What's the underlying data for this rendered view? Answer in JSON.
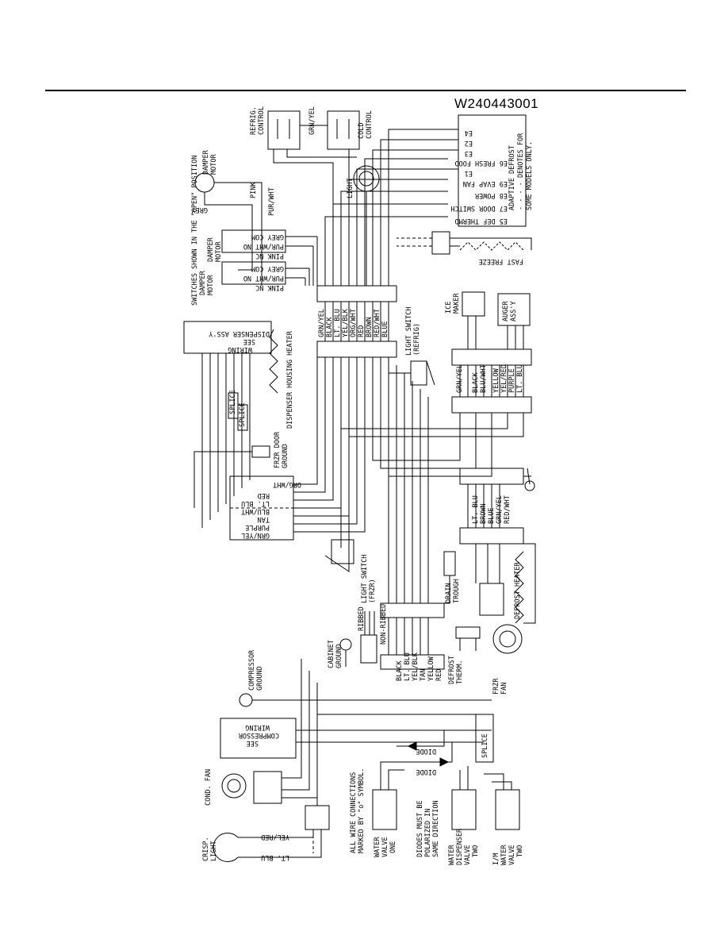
{
  "header": {
    "document_number": "W240443001"
  },
  "labels": {
    "refrig_control": [
      "REFRIG.",
      "CONTROL"
    ],
    "cold_control": [
      "COLD",
      "CONTROL"
    ],
    "grn_yel_top": "GRN/YEL",
    "damper_motor_top": [
      "DAMPER",
      "MOTOR"
    ],
    "grey": "GREY",
    "pink": "PINK",
    "pur_wht": "PUR/WHT",
    "light": "LIGHT",
    "switches_note": "SWITCHES SHOWN IN THE \"OPEN\" POSITION",
    "damper_motor_a": [
      "DAMPER",
      "MOTOR"
    ],
    "damper_motor_b": [
      "DAMPER",
      "MOTOR"
    ],
    "switch_a": [
      "GREY COM",
      "PUR/WHT NO",
      "PINK NC"
    ],
    "switch_b": [
      "GREY COM",
      "PUR/WHT NO",
      "PINK NC"
    ],
    "adaptive_defrost": [
      "ADAPTIVE DEFROST",
      "- - - - DENOTES FOR",
      "SOME MODELS ONLY."
    ],
    "defrost_terminals": [
      "E4",
      "E2",
      "E3",
      "E6  FRESH FOOD",
      "E1",
      "E9  EVAP FAN",
      "E8  POWER",
      "E7  DOOR SWITCH",
      "E5  DEF THERMO"
    ],
    "fast_freeze": "FAST FREEZE",
    "main_conn_wires": [
      "GRN/YEL",
      "BLACK",
      "LT. BLU",
      "YEL/BLK",
      "ORG/WHT",
      "RED",
      "BROWN",
      "RED/WHT",
      "BLUE"
    ],
    "light_switch_refrig": [
      "LIGHT SWITCH",
      "(REFRIG)"
    ],
    "dispenser_heater": "DISPENSER HOUSING HEATER",
    "see_dispenser": [
      "SEE",
      "DISPENSER ASS'Y",
      "WIRING"
    ],
    "splice": "SPLICE",
    "frzr_door_ground": [
      "FRZR DOOR",
      "GROUND"
    ],
    "door_conn_wires": [
      "ORG/WHT",
      "RED",
      "LT. BLU",
      "BLU/WHT",
      "TAN",
      "PURPLE",
      "GRN/YEL"
    ],
    "ice_maker": [
      "ICE",
      "MAKER"
    ],
    "auger_assy": [
      "AUGER",
      "ASS'Y"
    ],
    "ice_conn_wires": [
      "GRN/YEL",
      "BLACK",
      "BLU/WHT",
      "YELLOW",
      "YEL/RED",
      "PURPLE",
      "LT. BLU"
    ],
    "evap_conn_wires": [
      "LT. BLU",
      "BROWN",
      "BLUE",
      "GRN/YEL",
      "RED/WHT"
    ],
    "light_switch_frzr": [
      "LIGHT SWITCH",
      "(FRZR)"
    ],
    "drain_trough": [
      "DRAIN",
      "TROUGH"
    ],
    "defrost_heater": "DEFROST HEATER",
    "cabinet_ground": [
      "CABINET",
      "GROUND"
    ],
    "ribbed": "RIBBED",
    "non_ribbed": "NON-RIBBED",
    "compressor_conn_wires": [
      "BLACK",
      "LT. BLU",
      "YEL/BLK",
      "TAN",
      "YELLOW",
      "RED"
    ],
    "defrost_therm": [
      "DEFROST",
      "THERM."
    ],
    "frzr_fan": [
      "FRZR",
      "FAN"
    ],
    "compressor_ground": [
      "COMPRESSOR",
      "GROUND"
    ],
    "see_compressor": [
      "SEE",
      "COMPRESSOR",
      "WIRING"
    ],
    "cond_fan": "COND. FAN",
    "crisp_light": [
      "CRISP.",
      "LIGHT"
    ],
    "yel_red": "YEL/RED",
    "lt_blu": "LT. BLU",
    "diode_a": "DIODE",
    "diode_b": "DIODE",
    "note_connections": [
      "ALL WIRE CONNECTIONS",
      "MARKED BY \"o\" SYMBOL."
    ],
    "note_diodes": [
      "DIODES MUST BE",
      "POLARIZED IN",
      "SAME DIRECTION"
    ],
    "water_valve_one": [
      "WATER",
      "VALVE",
      "ONE"
    ],
    "water_dispenser_valve": [
      "WATER",
      "DISPENSER",
      "VALVE",
      "TWO"
    ],
    "im_water_valve": [
      "I/M",
      "WATER",
      "VALVE",
      "TWO"
    ]
  }
}
